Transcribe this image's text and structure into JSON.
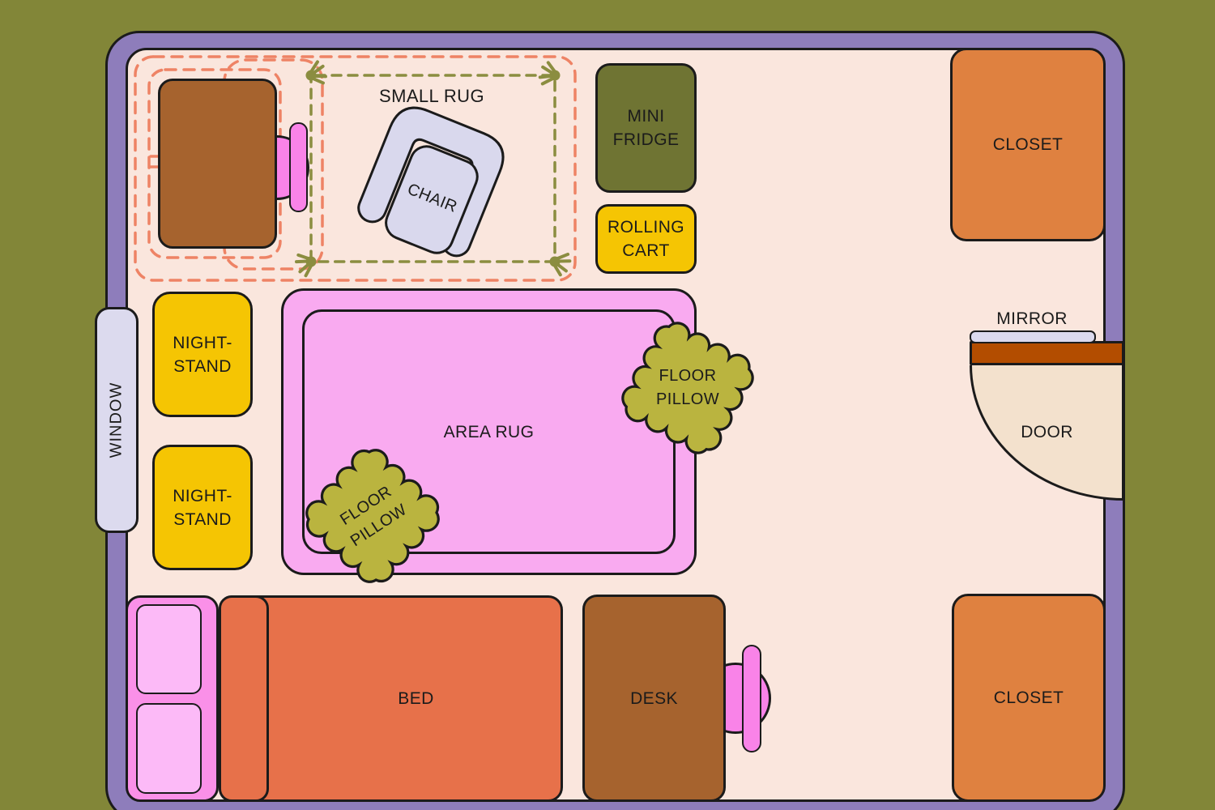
{
  "palette": {
    "outside": "#828638",
    "wall": "#8e7dbb",
    "floor": "#fae6dd",
    "outline": "#1b1b1b",
    "dash_orange": "#ee8365",
    "dash_olive": "#8b8d40",
    "desk_brown": "#a6632e",
    "chair_pink": "#f983e8",
    "lavender": "#d9d8ed",
    "fridge_olive": "#6f7433",
    "accent_yellow": "#f5c503",
    "closet_orange": "#df8140",
    "rug_pink": "#f9aaf0",
    "pillow_olive": "#bab43f",
    "bed_coral": "#e7714a",
    "headboard_pink": "#fa90e8",
    "bed_pillow_pink": "#fcbaf7",
    "door_panel": "#b34d00",
    "door_swing": "#f3e1cd",
    "window_lavender": "#dcdaee"
  },
  "room": {
    "window_label": "WINDOW",
    "mirror_label": "MIRROR",
    "door_label": "DOOR"
  },
  "furniture": {
    "small_rug_label": "SMALL RUG",
    "armchair_label": "CHAIR",
    "mini_fridge_lines": [
      "MINI",
      "FRIDGE"
    ],
    "rolling_cart_lines": [
      "ROLLING",
      "CART"
    ],
    "closet_top_label": "CLOSET",
    "closet_bottom_label": "CLOSET",
    "nightstand_top_lines": [
      "NIGHT-",
      "STAND"
    ],
    "nightstand_bottom_lines": [
      "NIGHT-",
      "STAND"
    ],
    "area_rug_label": "AREA RUG",
    "floor_pillow_right_lines": [
      "FLOOR",
      "PILLOW"
    ],
    "floor_pillow_left_lines": [
      "FLOOR",
      "PILLOW"
    ],
    "bed_label": "BED",
    "desk_label": "DESK"
  }
}
